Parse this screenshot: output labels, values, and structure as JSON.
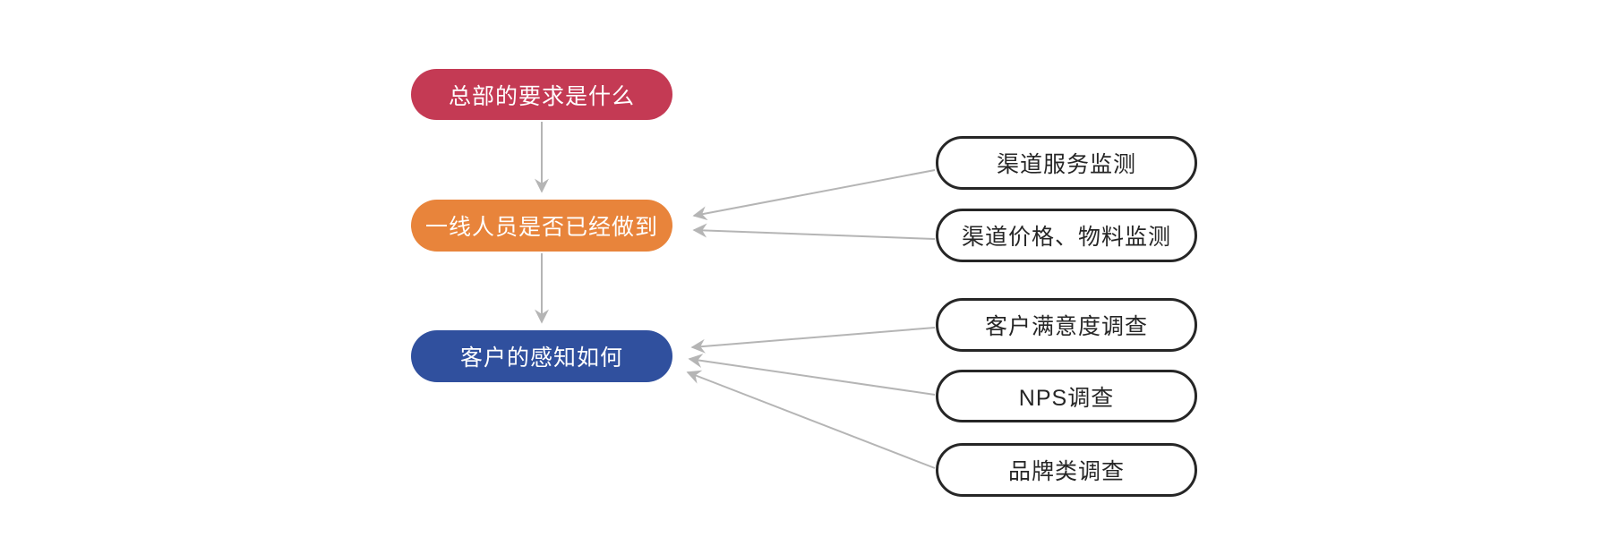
{
  "diagram": {
    "title": "",
    "left_nodes": [
      {
        "id": "hq-requirements",
        "label": "总部的要求是什么",
        "fill": "#C43A54",
        "text_color": "#FFFFFF"
      },
      {
        "id": "frontline-done",
        "label": "一线人员是否已经做到",
        "fill": "#E8843B",
        "text_color": "#FFFFFF"
      },
      {
        "id": "customer-perception",
        "label": "客户的感知如何",
        "fill": "#30509E",
        "text_color": "#FFFFFF"
      }
    ],
    "right_nodes": [
      {
        "id": "channel-service-monitoring",
        "label": "渠道服务监测",
        "border_color": "#E8843B"
      },
      {
        "id": "channel-price-material-monitoring",
        "label": "渠道价格、物料监测",
        "border_color": "#E8843B"
      },
      {
        "id": "customer-satisfaction-survey",
        "label": "客户满意度调查",
        "border_color": "#2A4BA0"
      },
      {
        "id": "nps-survey",
        "label": "NPS调查",
        "border_color": "#2A4BA0"
      },
      {
        "id": "brand-survey",
        "label": "品牌类调查",
        "border_color": "#2A4BA0"
      }
    ],
    "edges": [
      {
        "from": "总部的要求是什么",
        "to": "一线人员是否已经做到",
        "direction": "down"
      },
      {
        "from": "一线人员是否已经做到",
        "to": "客户的感知如何",
        "direction": "down"
      },
      {
        "from": "渠道服务监测",
        "to": "一线人员是否已经做到",
        "direction": "left"
      },
      {
        "from": "渠道价格、物料监测",
        "to": "一线人员是否已经做到",
        "direction": "left"
      },
      {
        "from": "客户满意度调查",
        "to": "客户的感知如何",
        "direction": "left"
      },
      {
        "from": "NPS调查",
        "to": "客户的感知如何",
        "direction": "left"
      },
      {
        "from": "品牌类调查",
        "to": "客户的感知如何",
        "direction": "left"
      }
    ],
    "colors": {
      "red": "#C43A54",
      "orange": "#E8843B",
      "blue_fill": "#30509E",
      "blue_border": "#2A4BA0",
      "arrow_gray": "#B5B5B5",
      "text_dark": "#262626",
      "text_light": "#FFFFFF",
      "background": "#FFFFFF"
    }
  }
}
